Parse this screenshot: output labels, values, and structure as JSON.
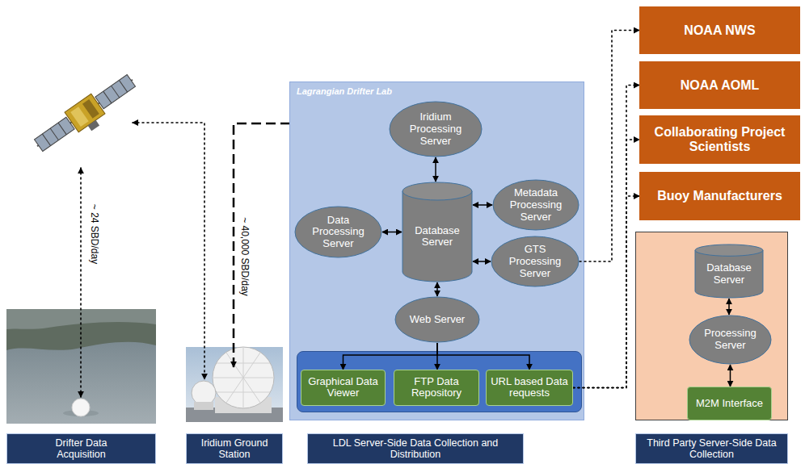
{
  "diagram": {
    "nodes": [
      {
        "text": [
          "NOAA NWS"
        ]
      },
      {
        "text": [
          "NOAA AOML"
        ]
      },
      {
        "text": [
          "Collaborating Project Scientists"
        ]
      },
      {
        "text": [
          "Buoy Manufacturers"
        ]
      },
      {
        "text": [
          "Lagrangian Drifter Lab"
        ]
      },
      {
        "text": [
          "Iridium Processing Server"
        ],
        "in": 4
      },
      {
        "text": [
          "Database Server"
        ],
        "in": 4
      },
      {
        "text": [
          "Metadata Processing Server"
        ],
        "in": 4
      },
      {
        "text": [
          "Data Processing Server"
        ],
        "in": 4
      },
      {
        "text": [
          "GTS Processing Server"
        ],
        "in": 4
      },
      {
        "text": [
          "Web Server"
        ],
        "in": 4
      },
      {
        "text": [],
        "in": 4
      },
      {
        "text": [
          "Graphical Data Viewer"
        ],
        "in": 11
      },
      {
        "text": [
          "FTP Data Repository"
        ],
        "in": 11
      },
      {
        "text": [
          "URL based Data requests"
        ],
        "in": 11
      },
      {
        "text": []
      },
      {
        "text": [
          "Database Server"
        ],
        "in": 15
      },
      {
        "text": [
          "Processing Server"
        ],
        "in": 15
      },
      {
        "text": [
          "M2M Interface"
        ],
        "in": 15
      },
      {
        "text": [
          "Drifter Data Acquisition"
        ]
      },
      {
        "text": [
          "Iridium Ground Station"
        ]
      },
      {
        "text": [
          "LDL Server-Side Data Collection and Distribution"
        ]
      },
      {
        "text": [
          "Third Party Server-Side Data Collection"
        ]
      }
    ],
    "edges": [
      {
        "from": 5,
        "to": 6,
        "arrow": "both"
      },
      {
        "from": 8,
        "to": 6,
        "arrow": "both"
      },
      {
        "from": 6,
        "to": 7,
        "arrow": "both"
      },
      {
        "from": 6,
        "to": 9,
        "arrow": "both"
      },
      {
        "from": 6,
        "to": 10,
        "arrow": "both"
      },
      {
        "from": 10,
        "to": 12,
        "arrow": "to"
      },
      {
        "from": 10,
        "to": 13,
        "arrow": "to"
      },
      {
        "from": 10,
        "to": 14,
        "arrow": "to"
      },
      {
        "from": 9,
        "to": 0,
        "arrow": "to"
      },
      {
        "from": 14,
        "to": 1,
        "arrow": "to"
      },
      {
        "from": 14,
        "to": 2,
        "arrow": "to"
      },
      {
        "from": 14,
        "to": 3,
        "arrow": "to"
      },
      {
        "from": 16,
        "to": 17,
        "arrow": "both"
      },
      {
        "from": 17,
        "to": 18,
        "arrow": "both"
      }
    ],
    "labels": [
      "~ 24 SBD/day",
      "~ 40,000 SBD/day"
    ]
  }
}
